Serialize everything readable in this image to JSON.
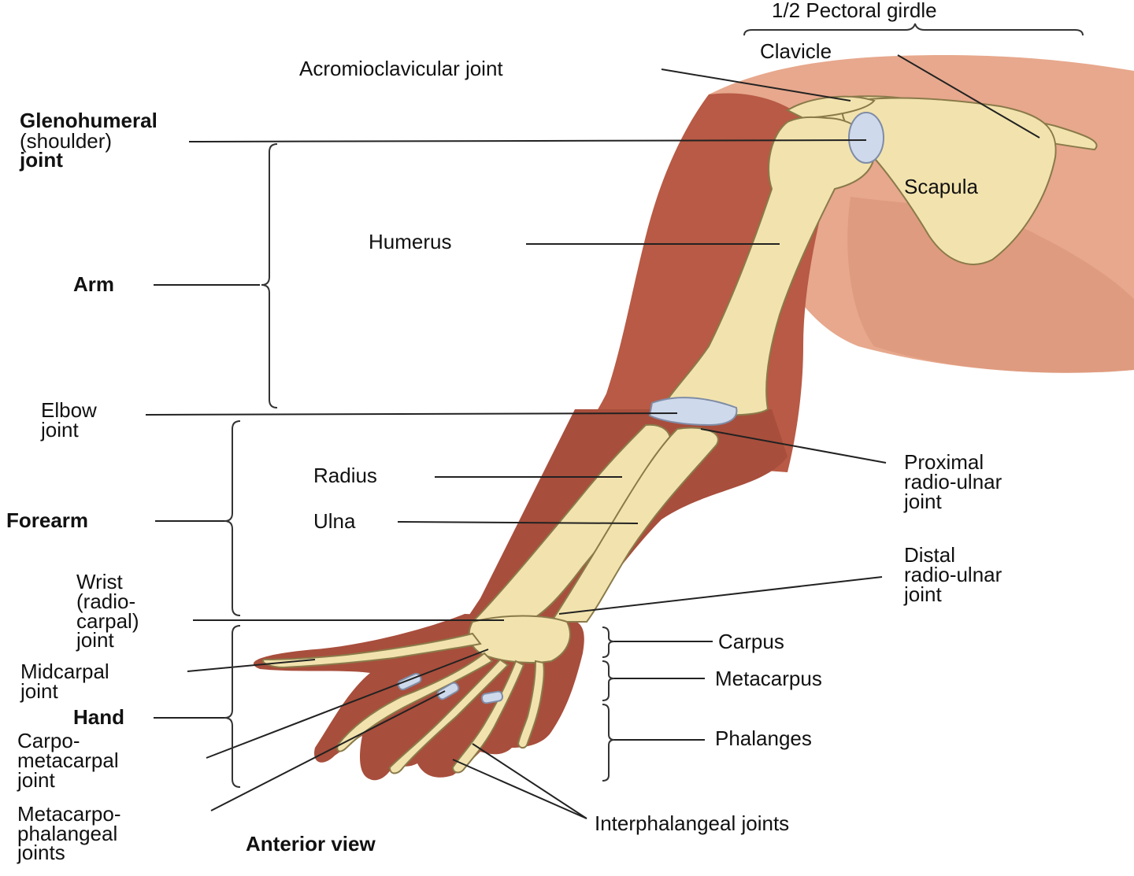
{
  "colors": {
    "skin_dark": "#a84e3c",
    "skin_light": "#e7a88d",
    "bone": "#f2e3ae",
    "cartilage": "#cfd9ec",
    "text": "#111111"
  },
  "labels": {
    "pectoral_girdle": "1/2 Pectoral girdle",
    "clavicle": "Clavicle",
    "acromioclavicular": "Acromioclavicular joint",
    "glenohumeral": [
      "Glenohumeral",
      "(shoulder)",
      "joint"
    ],
    "scapula": "Scapula",
    "humerus": "Humerus",
    "arm": "Arm",
    "elbow": [
      "Elbow",
      "joint"
    ],
    "radius": "Radius",
    "ulna": "Ulna",
    "forearm": "Forearm",
    "proximal_ru": [
      "Proximal",
      "radio-ulnar",
      "joint"
    ],
    "distal_ru": [
      "Distal",
      "radio-ulnar",
      "joint"
    ],
    "wrist": [
      "Wrist",
      "(radio-",
      "carpal)",
      "joint"
    ],
    "carpus": "Carpus",
    "metacarpus": "Metacarpus",
    "phalanges": "Phalanges",
    "midcarpal": [
      "Midcarpal",
      "joint"
    ],
    "hand": "Hand",
    "carpometacarpal": [
      "Carpo-",
      "metacarpal",
      "joint"
    ],
    "metacarpophalangeal": [
      "Metacarpo-",
      "phalangeal",
      "joints"
    ],
    "interphalangeal": "Interphalangeal joints",
    "view": "Anterior view"
  }
}
